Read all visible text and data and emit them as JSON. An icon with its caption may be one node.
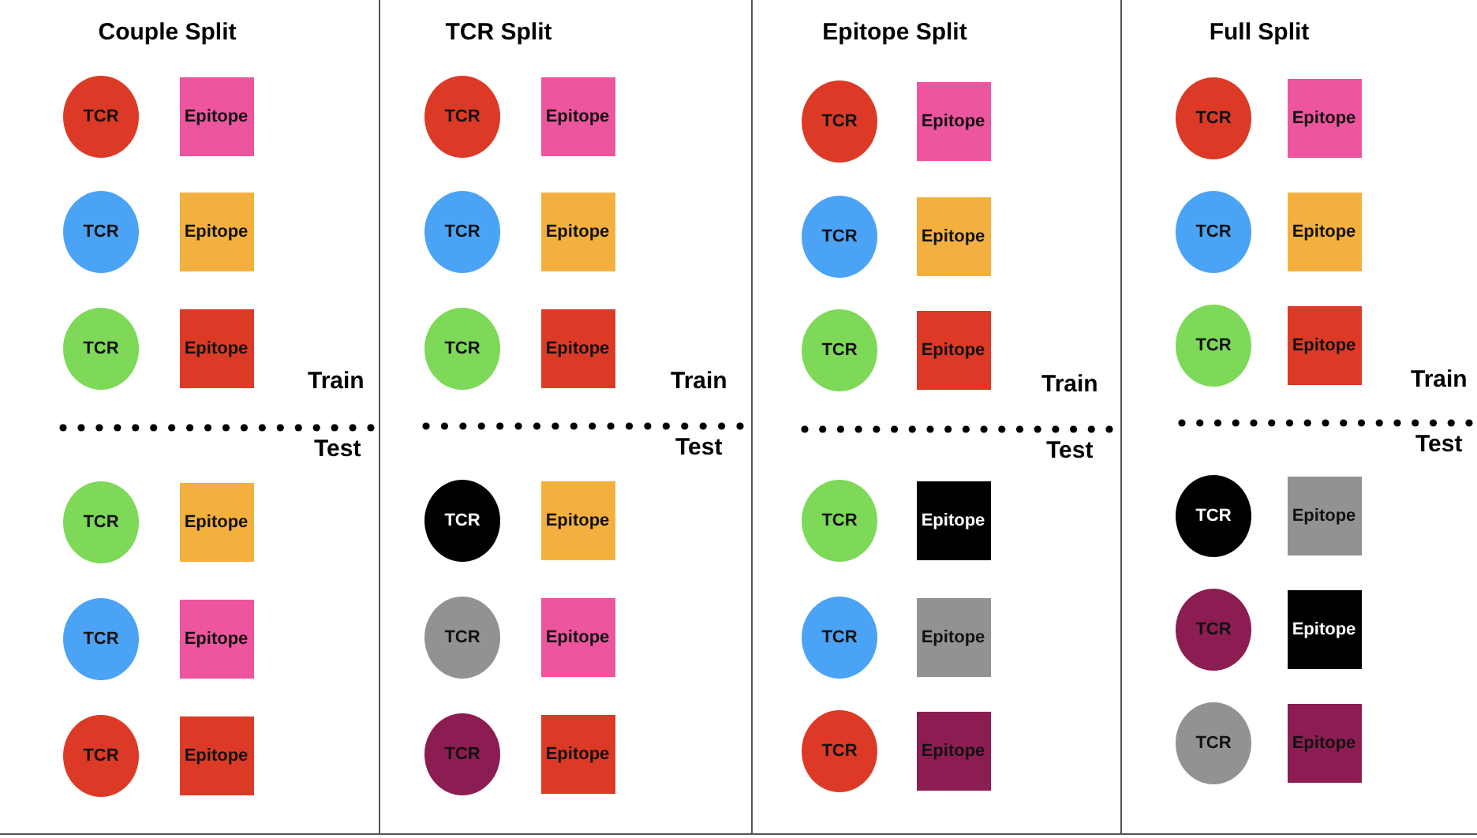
{
  "diagram": {
    "nodes": [
      {
        "text": [
          "Couple Split"
        ]
      },
      {
        "text": [
          "TCR"
        ],
        "in": 0
      },
      {
        "text": [
          "Epitope"
        ],
        "in": 0
      },
      {
        "text": [
          "TCR"
        ],
        "in": 0
      },
      {
        "text": [
          "Epitope"
        ],
        "in": 0
      },
      {
        "text": [
          "TCR"
        ],
        "in": 0
      },
      {
        "text": [
          "Epitope"
        ],
        "in": 0
      },
      {
        "text": [
          "TCR"
        ],
        "in": 0
      },
      {
        "text": [
          "Epitope"
        ],
        "in": 0
      },
      {
        "text": [
          "TCR"
        ],
        "in": 0
      },
      {
        "text": [
          "Epitope"
        ],
        "in": 0
      },
      {
        "text": [
          "TCR"
        ],
        "in": 0
      },
      {
        "text": [
          "Epitope"
        ],
        "in": 0
      },
      {
        "text": [
          "TCR Split"
        ]
      },
      {
        "text": [
          "TCR"
        ],
        "in": 13
      },
      {
        "text": [
          "Epitope"
        ],
        "in": 13
      },
      {
        "text": [
          "TCR"
        ],
        "in": 13
      },
      {
        "text": [
          "Epitope"
        ],
        "in": 13
      },
      {
        "text": [
          "TCR"
        ],
        "in": 13
      },
      {
        "text": [
          "Epitope"
        ],
        "in": 13
      },
      {
        "text": [
          "TCR"
        ],
        "in": 13
      },
      {
        "text": [
          "Epitope"
        ],
        "in": 13
      },
      {
        "text": [
          "TCR"
        ],
        "in": 13
      },
      {
        "text": [
          "Epitope"
        ],
        "in": 13
      },
      {
        "text": [
          "TCR"
        ],
        "in": 13
      },
      {
        "text": [
          "Epitope"
        ],
        "in": 13
      },
      {
        "text": [
          "Epitope Split"
        ]
      },
      {
        "text": [
          "TCR"
        ],
        "in": 26
      },
      {
        "text": [
          "Epitope"
        ],
        "in": 26
      },
      {
        "text": [
          "TCR"
        ],
        "in": 26
      },
      {
        "text": [
          "Epitope"
        ],
        "in": 26
      },
      {
        "text": [
          "TCR"
        ],
        "in": 26
      },
      {
        "text": [
          "Epitope"
        ],
        "in": 26
      },
      {
        "text": [
          "TCR"
        ],
        "in": 26
      },
      {
        "text": [
          "Epitope"
        ],
        "in": 26
      },
      {
        "text": [
          "TCR"
        ],
        "in": 26
      },
      {
        "text": [
          "Epitope"
        ],
        "in": 26
      },
      {
        "text": [
          "TCR"
        ],
        "in": 26
      },
      {
        "text": [
          "Epitope"
        ],
        "in": 26
      },
      {
        "text": [
          "Full Split"
        ]
      },
      {
        "text": [
          "TCR"
        ],
        "in": 39
      },
      {
        "text": [
          "Epitope"
        ],
        "in": 39
      },
      {
        "text": [
          "TCR"
        ],
        "in": 39
      },
      {
        "text": [
          "Epitope"
        ],
        "in": 39
      },
      {
        "text": [
          "TCR"
        ],
        "in": 39
      },
      {
        "text": [
          "Epitope"
        ],
        "in": 39
      },
      {
        "text": [
          "TCR"
        ],
        "in": 39
      },
      {
        "text": [
          "Epitope"
        ],
        "in": 39
      },
      {
        "text": [
          "TCR"
        ],
        "in": 39
      },
      {
        "text": [
          "Epitope"
        ],
        "in": 39
      },
      {
        "text": [
          "TCR"
        ],
        "in": 39
      },
      {
        "text": [
          "Epitope"
        ],
        "in": 39
      }
    ],
    "labels": [
      "Train",
      "Test",
      "Train",
      "Test",
      "Train",
      "Test",
      "Train",
      "Test"
    ]
  }
}
